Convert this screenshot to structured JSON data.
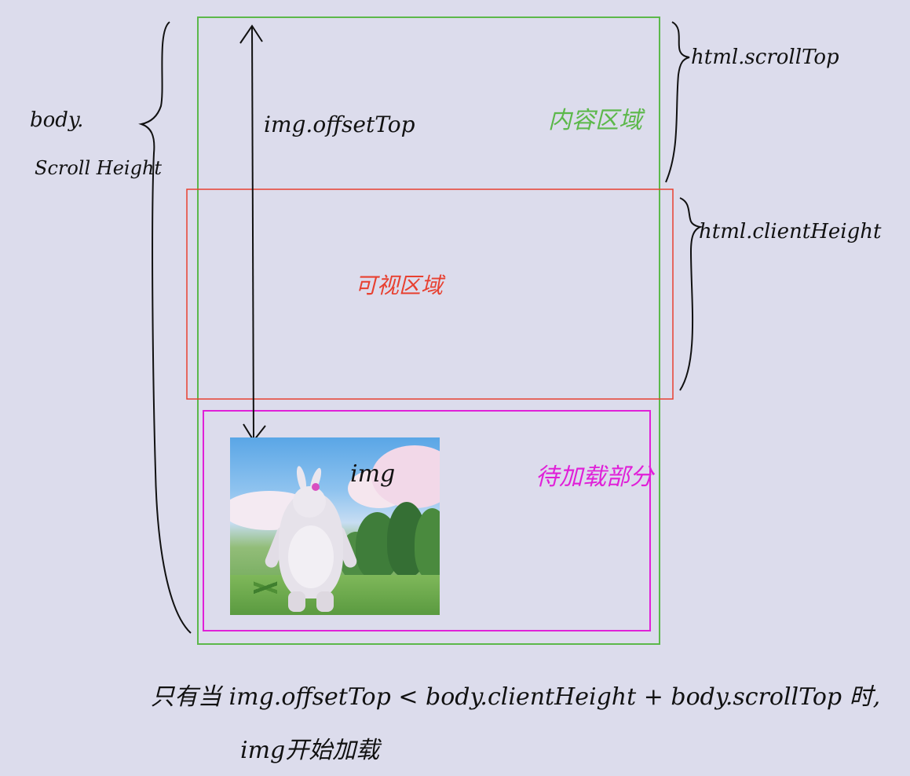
{
  "labels": {
    "body_scroll_height_1": "body.",
    "body_scroll_height_2": "Scroll Height",
    "html_scroll_top": "html.scrollTop",
    "html_client_height": "html.clientHeight",
    "img_offset_top": "img.offsetTop",
    "content_area": "内容区域",
    "visible_area": "可视区域",
    "pending_area": "待加载部分",
    "img": "img"
  },
  "condition": {
    "line1": "只有当 img.offsetTop < body.clientHeight + body.scrollTop 时,",
    "line2": "img开始加载"
  },
  "colors": {
    "content_border": "#5cb84a",
    "visible_border": "#e84030",
    "pending_border": "#e020d8",
    "ink": "#111111",
    "background": "#dcdcec"
  }
}
